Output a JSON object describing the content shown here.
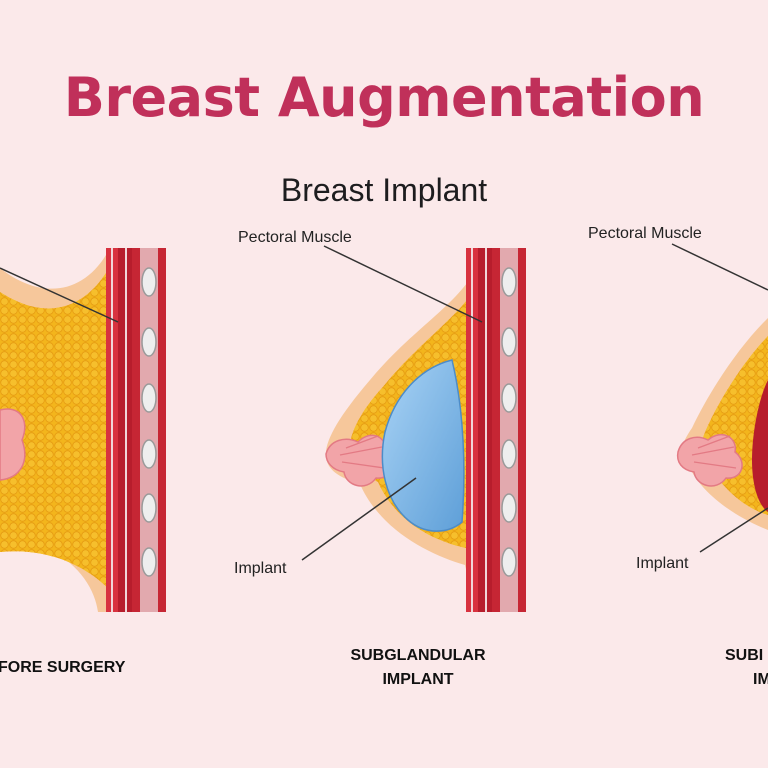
{
  "title": "Breast Augmentation",
  "subtitle": "Breast Implant",
  "colors": {
    "title": "#c0305a",
    "background": "#fbe9ea",
    "skin": "#f6c79b",
    "fat": "#f3b51c",
    "muscle": "#b71d2c",
    "implant": "#7fb7e6",
    "gland": "#f2a4a8"
  },
  "panels": [
    {
      "caption_lines": [
        "FORE SURGERY"
      ],
      "labels": []
    },
    {
      "caption_lines": [
        "SUBGLANDULAR",
        "IMPLANT"
      ],
      "labels": [
        "Pectoral Muscle",
        "Implant"
      ]
    },
    {
      "caption_lines": [
        "SUBI",
        "IM"
      ],
      "labels": [
        "Pectoral Muscle",
        "Implant"
      ]
    }
  ]
}
